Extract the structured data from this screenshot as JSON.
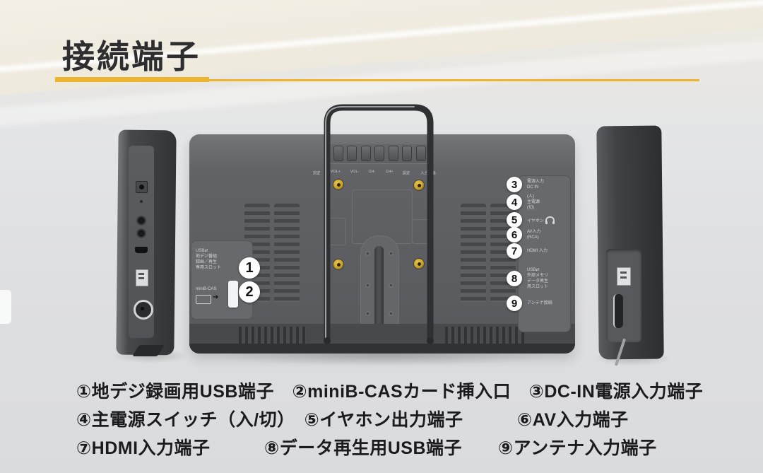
{
  "header": {
    "title": "接続端子"
  },
  "colors": {
    "accent_yellow": "#EDB52F",
    "title_text": "#2E2E30",
    "device_body": "#5E6063",
    "callout_bg": "#FFFFFF"
  },
  "device": {
    "buttons": [
      "決定",
      "VOL+",
      "VOL-",
      "CH-",
      "CH+",
      "設定",
      "入力切換"
    ],
    "back": {
      "left_ports": [
        {
          "num": "1",
          "label": "USB⇄\n地デジ番組\n録画／再生\n専用スロット"
        },
        {
          "num": "2",
          "label": "miniB-CAS"
        }
      ],
      "right_ports": [
        {
          "num": "3",
          "label": "電源入力\nDC IN"
        },
        {
          "num": "4",
          "label": "(入)\n主電源\n(切)"
        },
        {
          "num": "5",
          "label": "イヤホン"
        },
        {
          "num": "6",
          "label": "AV入力\n(RCA)"
        },
        {
          "num": "7",
          "label": "HDMI 入力"
        },
        {
          "num": "8",
          "label": "USB⇄\n外部メモリ\nデータ再生\n用スロット"
        },
        {
          "num": "9",
          "label": "アンテナ接続"
        }
      ]
    }
  },
  "legend": {
    "rows": [
      "①地デジ録画用USB端子　②miniB-CASカード挿入口　③DC-IN電源入力端子",
      "④主電源スイッチ（入/切）　⑤イヤホン出力端子　　　⑥AV入力端子",
      "⑦HDMI入力端子　　　⑧データ再生用USB端子　　⑨アンテナ入力端子"
    ]
  }
}
